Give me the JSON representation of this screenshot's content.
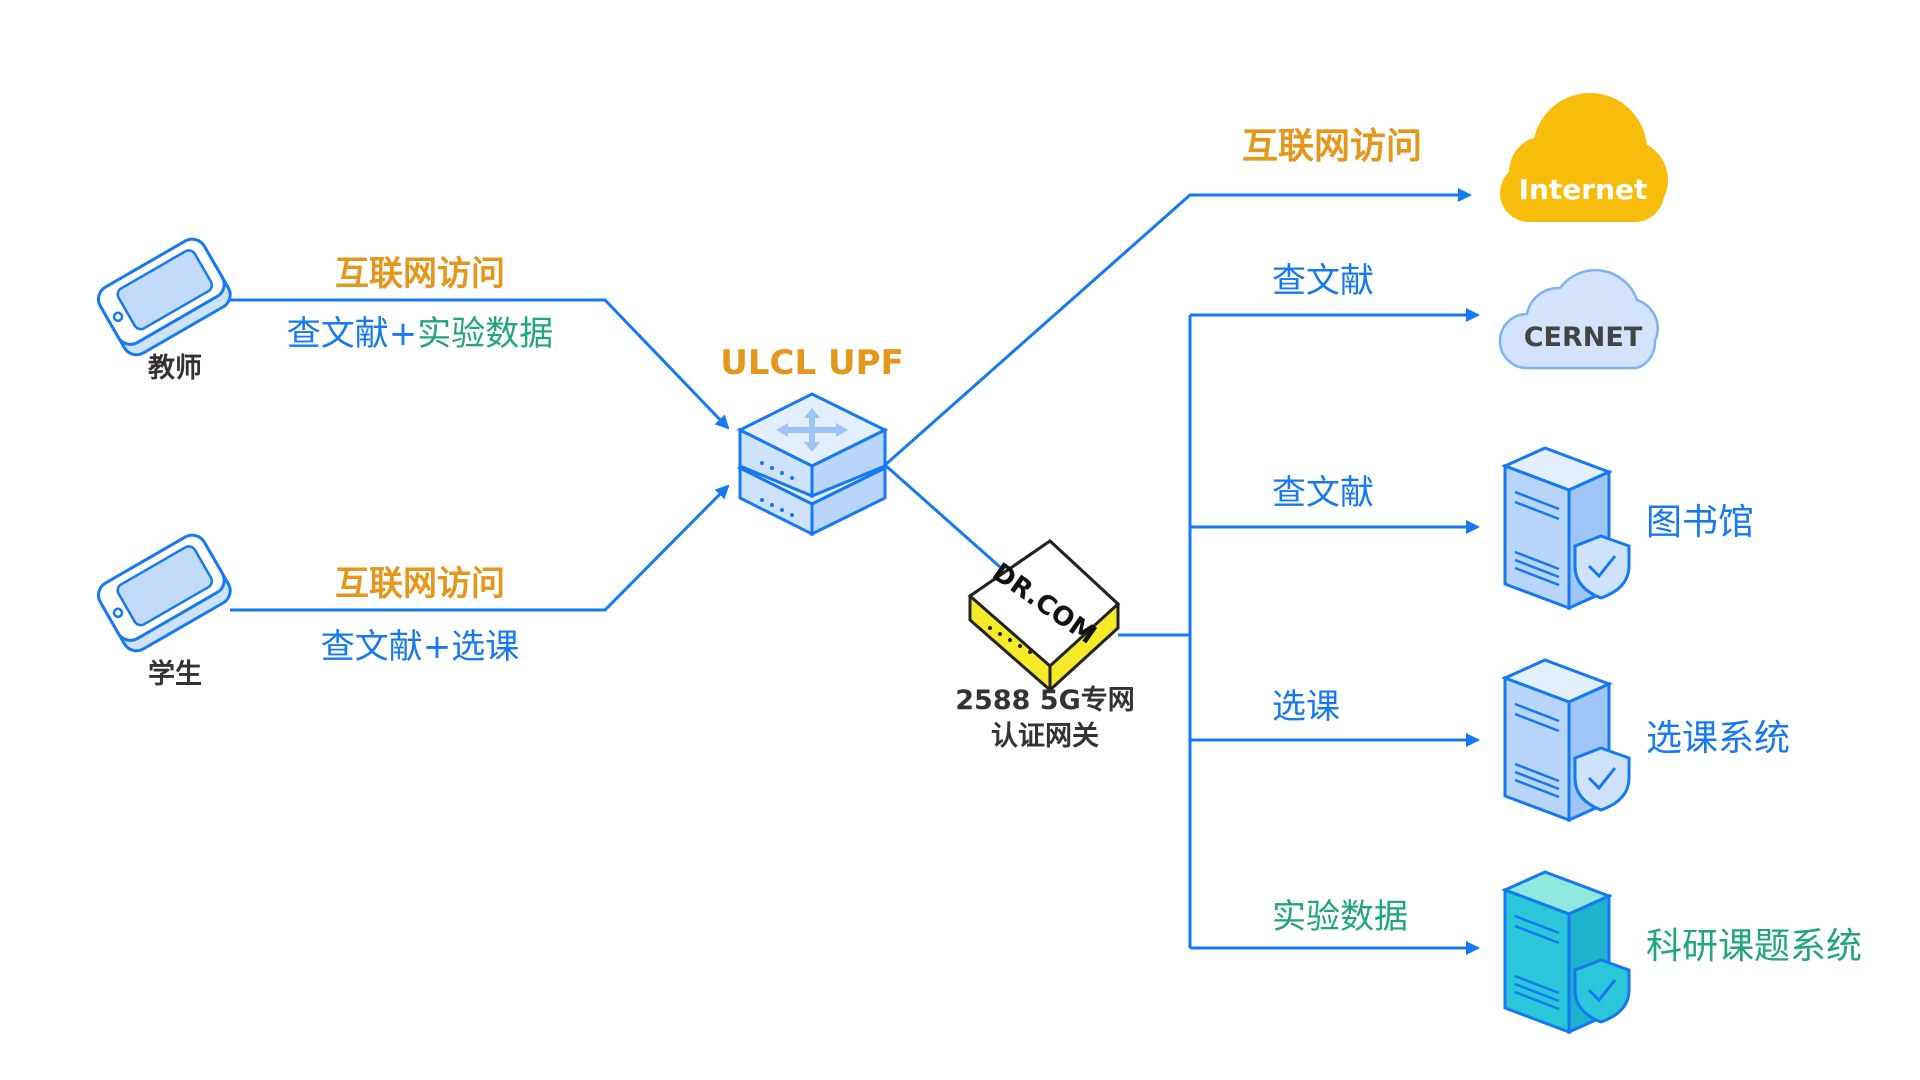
{
  "colors": {
    "line": "#1479f2",
    "orange": "#e6961a",
    "blue_text": "#1479f2",
    "green_text": "#1fa67a",
    "dark_text": "#333333",
    "internet_cloud": "#f8bd0a",
    "cernet_cloud": "#d2e3fb",
    "server_fill": "#b8d6fb",
    "research_server": "#2bc6d8",
    "gateway_yellow": "#f4ea2a"
  },
  "clients": {
    "teacher": {
      "label": "教师",
      "caption_top": "互联网访问",
      "caption_bottom_a": "查文献+",
      "caption_bottom_b": "实验数据"
    },
    "student": {
      "label": "学生",
      "caption_top": "互联网访问",
      "caption_bottom": "查文献+选课"
    }
  },
  "upf": {
    "label": "ULCL UPF"
  },
  "gateway": {
    "logo_text": "DR.COM",
    "label_line1": "2588 5G专网",
    "label_line2": "认证网关"
  },
  "destinations": {
    "internet": {
      "cloud_label": "Internet",
      "route_label": "互联网访问",
      "icon": "cloud-icon"
    },
    "cernet": {
      "cloud_label": "CERNET",
      "route_label": "查文献",
      "icon": "cloud-icon"
    },
    "library": {
      "label": "图书馆",
      "route_label": "查文献",
      "icon": "server-shield-icon"
    },
    "course": {
      "label": "选课系统",
      "route_label": "选课",
      "icon": "server-shield-icon"
    },
    "research": {
      "label": "科研课题系统",
      "route_label": "实验数据",
      "icon": "server-shield-icon"
    }
  }
}
